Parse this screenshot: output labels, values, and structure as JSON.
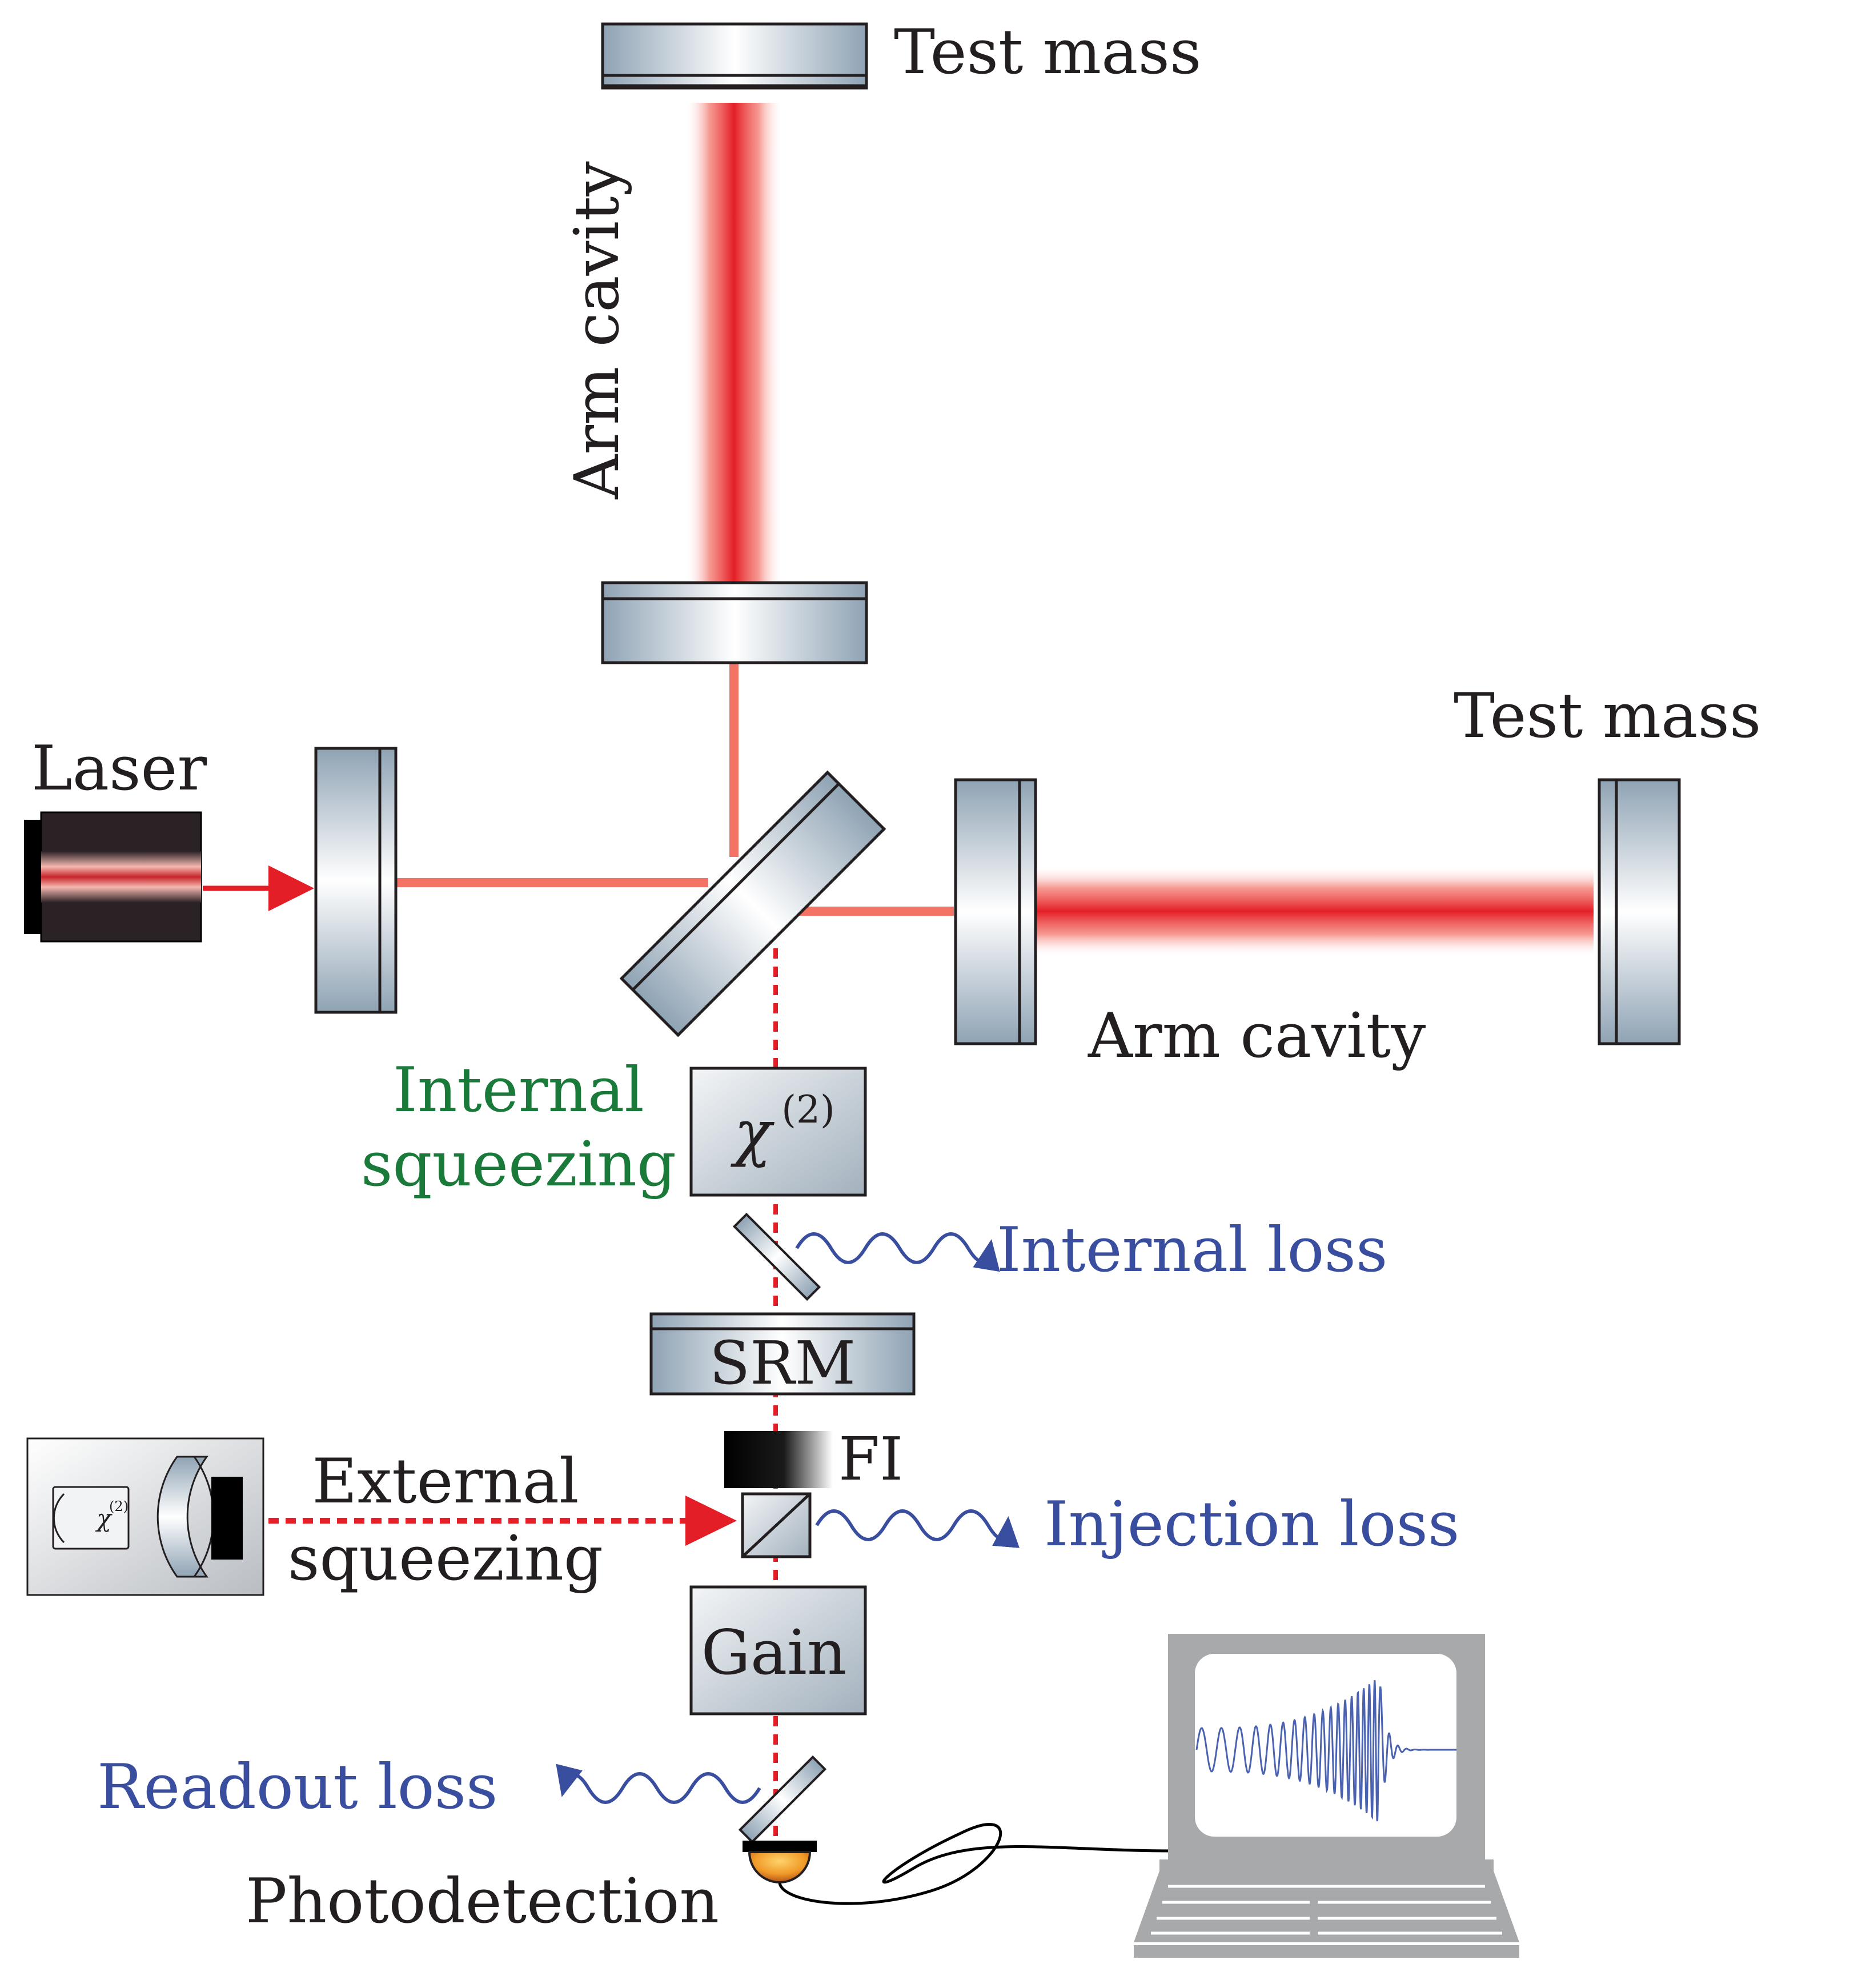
{
  "labels": {
    "test_mass_top": "Test mass",
    "test_mass_right": "Test mass",
    "arm_cavity_vertical": "Arm cavity",
    "arm_cavity_horizontal": "Arm cavity",
    "laser": "Laser",
    "internal_squeezing_line1": "Internal",
    "internal_squeezing_line2": "squeezing",
    "chi2_symbol": "χ",
    "chi2_superscript": "(2)",
    "internal_loss": "Internal loss",
    "srm": "SRM",
    "fi": "FI",
    "external_squeezing_line1": "External",
    "external_squeezing_line2": "squeezing",
    "injection_loss": "Injection loss",
    "gain": "Gain",
    "readout_loss": "Readout loss",
    "photodetection": "Photodetection"
  },
  "colors": {
    "text": "#231f20",
    "squeezing_text": "#1a7a3a",
    "loss_text": "#3a4ea0",
    "beam": "#e41e26",
    "signal_trace": "#4a62b0",
    "monitor_frame": "#a7a9ab"
  },
  "icons": {
    "laser": "laser-source-icon",
    "external_squeezer": "squeezer-box-icon",
    "photodetector": "photodiode-icon",
    "computer": "computer-monitor-icon"
  }
}
